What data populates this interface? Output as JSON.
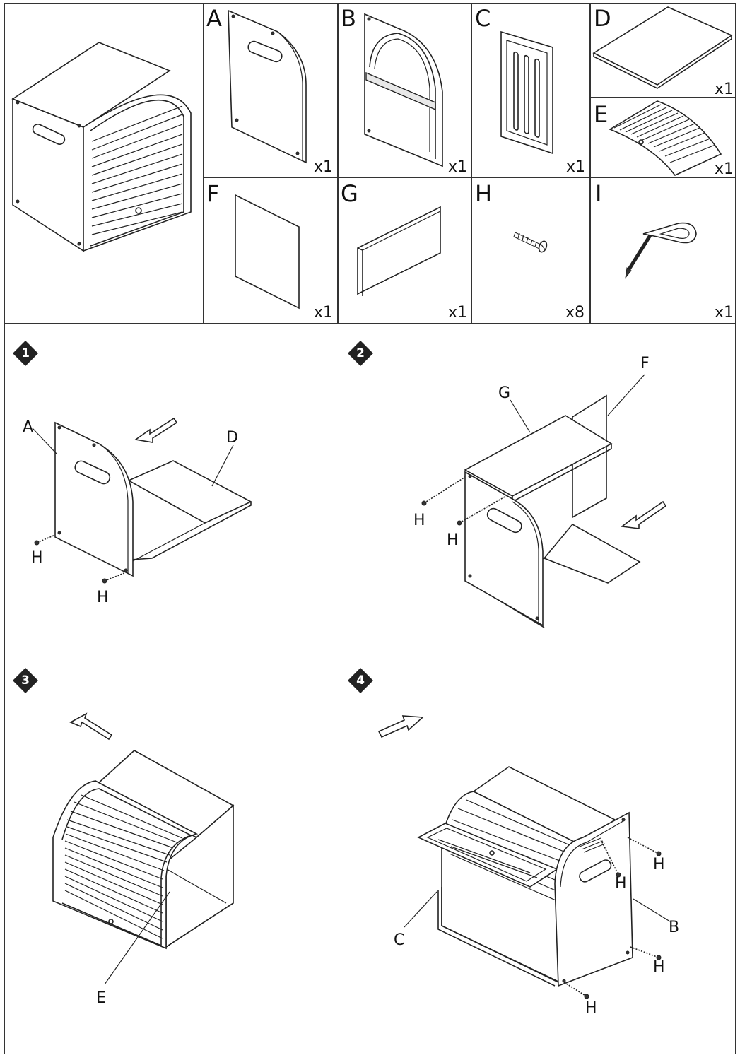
{
  "parts": [
    {
      "letter": "A",
      "qty": "x1"
    },
    {
      "letter": "B",
      "qty": "x1"
    },
    {
      "letter": "C",
      "qty": "x1"
    },
    {
      "letter": "D",
      "qty": "x1"
    },
    {
      "letter": "E",
      "qty": "x1"
    },
    {
      "letter": "F",
      "qty": "x1"
    },
    {
      "letter": "G",
      "qty": "x1"
    },
    {
      "letter": "H",
      "qty": "x8"
    },
    {
      "letter": "I",
      "qty": "x1"
    }
  ],
  "steps": [
    {
      "num": "1",
      "labels": {
        "a": "A",
        "d": "D",
        "h1": "H",
        "h2": "H"
      }
    },
    {
      "num": "2",
      "labels": {
        "g": "G",
        "f": "F",
        "h1": "H",
        "h2": "H"
      }
    },
    {
      "num": "3",
      "labels": {
        "e": "E"
      }
    },
    {
      "num": "4",
      "labels": {
        "c": "C",
        "b": "B",
        "h1": "H",
        "h2": "H",
        "h3": "H",
        "h4": "H"
      }
    }
  ]
}
